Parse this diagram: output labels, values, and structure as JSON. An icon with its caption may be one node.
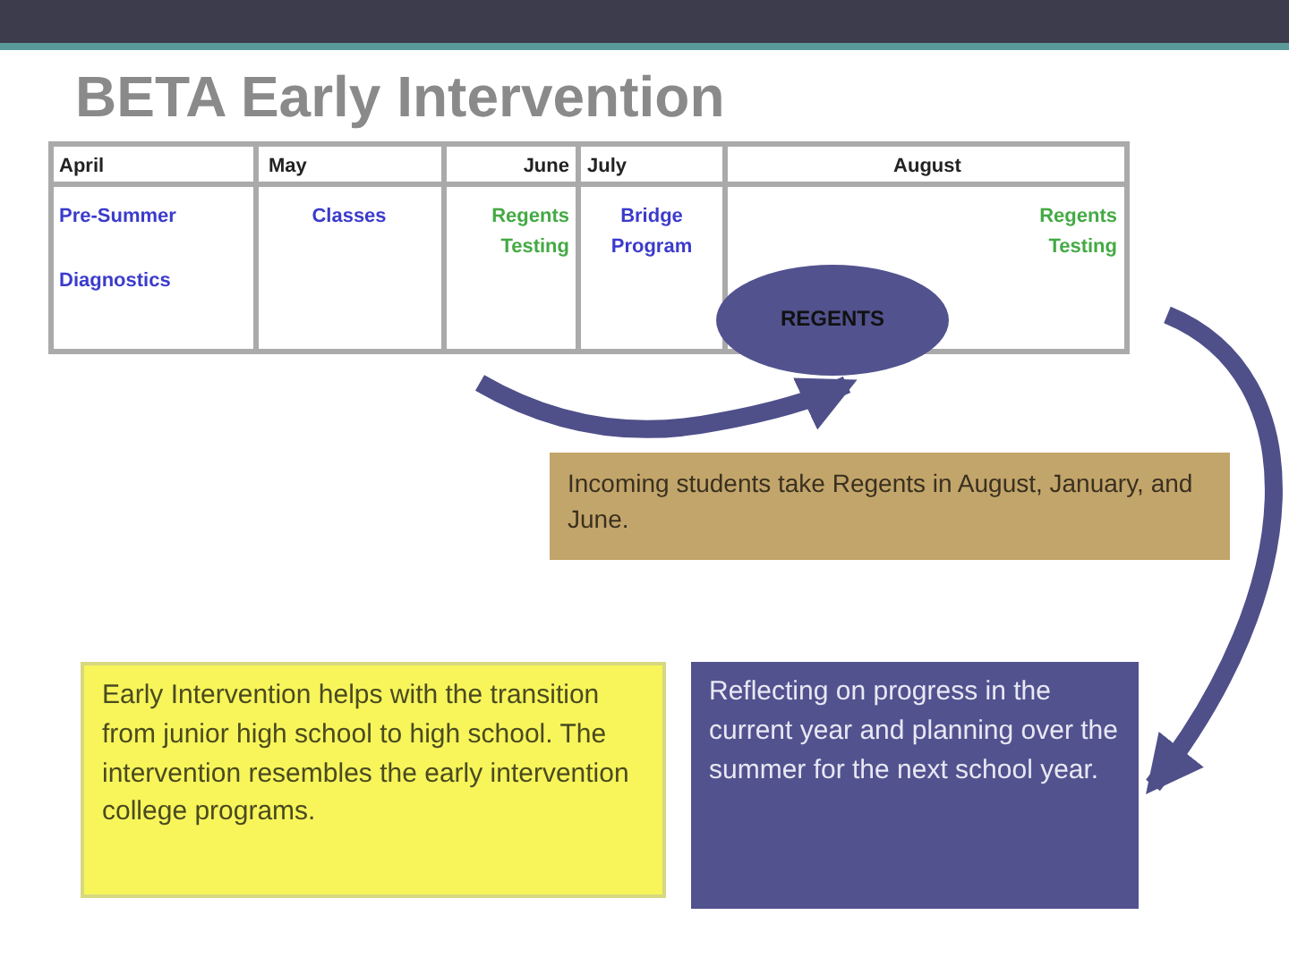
{
  "diagram": {
    "title": "BETA Early Intervention",
    "nodes": [
      {
        "text": [
          "REGENTS"
        ]
      },
      {
        "text": [
          "Incoming students take Regents in August, January, and June."
        ]
      },
      {
        "text": [
          "Early Intervention helps with the transition from junior high school to high school. The intervention resembles the early intervention college programs."
        ]
      },
      {
        "text": [
          "Reflecting on progress in the current year and planning over the summer for the next school year."
        ]
      }
    ],
    "edges": [
      {
        "from": null,
        "to": 0,
        "arrow": "to"
      },
      {
        "from": null,
        "to": 3,
        "arrow": "to"
      }
    ],
    "labels": [
      "April",
      "May",
      "June",
      "July",
      "August",
      "Pre-Summer",
      "Classes",
      "Regents Testing",
      "Bridge Program",
      "Regents Testing",
      "Diagnostics"
    ]
  }
}
